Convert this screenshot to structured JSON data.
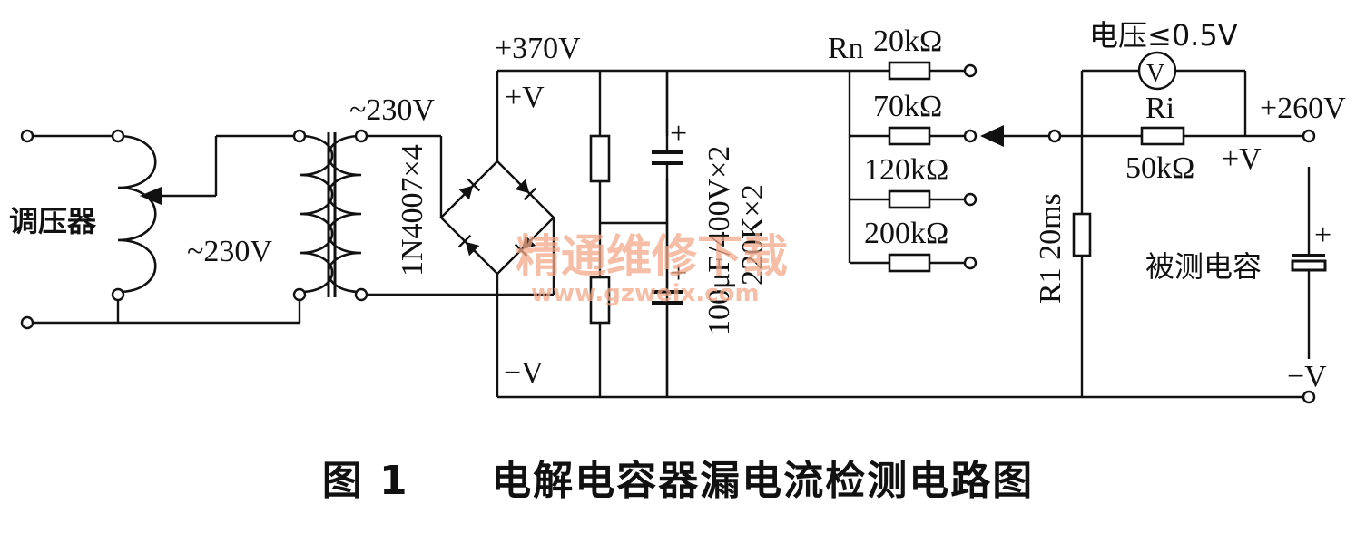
{
  "labels": {
    "regulator": "调压器",
    "ac_secondary": "~230V",
    "ac_primary": "~230V",
    "diodes": "1N4007×4",
    "supply": "+370V",
    "plus_v_left": "+V",
    "minus_v_left": "−V",
    "capacitors": "100μF/400V×2",
    "resistors": "220K×2",
    "rn": "Rn",
    "r20k": "20kΩ",
    "r70k": "70kΩ",
    "r120k": "120kΩ",
    "r200k": "200kΩ",
    "r1": "R1 20ms",
    "voltage_note": "电压≤0.5V",
    "voltmeter": "V",
    "ri": "Ri",
    "ri_value": "50kΩ",
    "out_voltage": "+260V",
    "plus_v_right": "+V",
    "dut": "被测电容",
    "minus_v_right": "−V",
    "cap_plus": "+"
  },
  "watermark": {
    "cn": "精通维修下载",
    "url": "www.gzweix.com"
  },
  "caption": {
    "figure": "图 1",
    "title": "电解电容器漏电流检测电路图"
  }
}
